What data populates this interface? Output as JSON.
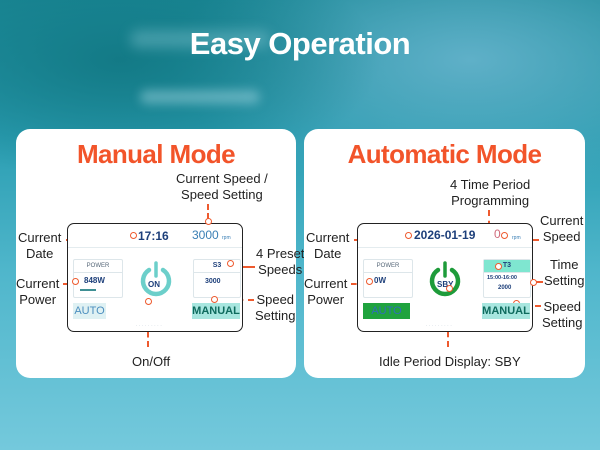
{
  "page": {
    "title": "Easy Operation"
  },
  "colors": {
    "accent": "#f2542a",
    "teal": "#5cc6c4",
    "green": "#1e9b3a",
    "navy": "#1d3f7a"
  },
  "manual": {
    "title": "Manual Mode",
    "labels": {
      "current_speed": [
        "Current Speed /",
        "Speed Setting"
      ],
      "current_date": [
        "Current",
        "Date"
      ],
      "preset_speeds": [
        "4 Preset",
        "Speeds"
      ],
      "current_power": [
        "Current",
        "Power"
      ],
      "speed_setting": [
        "Speed",
        "Setting"
      ],
      "on_off": "On/Off"
    },
    "screen": {
      "time": "17:16",
      "speed": "3000",
      "speed_unit": "rpm",
      "power_header": "POWER",
      "power_value": "848W",
      "power_icon": "on-icon",
      "power_text": "ON",
      "preset": "S3",
      "preset_speed": "3000",
      "auto_label": "AUTO",
      "manual_label": "MANUAL"
    }
  },
  "automatic": {
    "title": "Automatic Mode",
    "labels": {
      "time_period": [
        "4 Time Period",
        "Programming"
      ],
      "current_date": [
        "Current",
        "Date"
      ],
      "current_speed": [
        "Current",
        "Speed"
      ],
      "time_setting": [
        "Time",
        "Setting"
      ],
      "current_power": [
        "Current",
        "Power"
      ],
      "speed_setting": [
        "Speed",
        "Setting"
      ],
      "idle": "Idle Period Display: SBY"
    },
    "screen": {
      "date": "2026-01-19",
      "speed": "0",
      "speed_unit": "rpm",
      "power_header": "POWER",
      "power_value": "0W",
      "power_icon": "standby-icon",
      "power_text": "SBY",
      "period": "T3",
      "time_range": "15:00-16:00",
      "period_speed": "2000",
      "auto_label": "AUTO",
      "manual_label": "MANUAL"
    }
  }
}
